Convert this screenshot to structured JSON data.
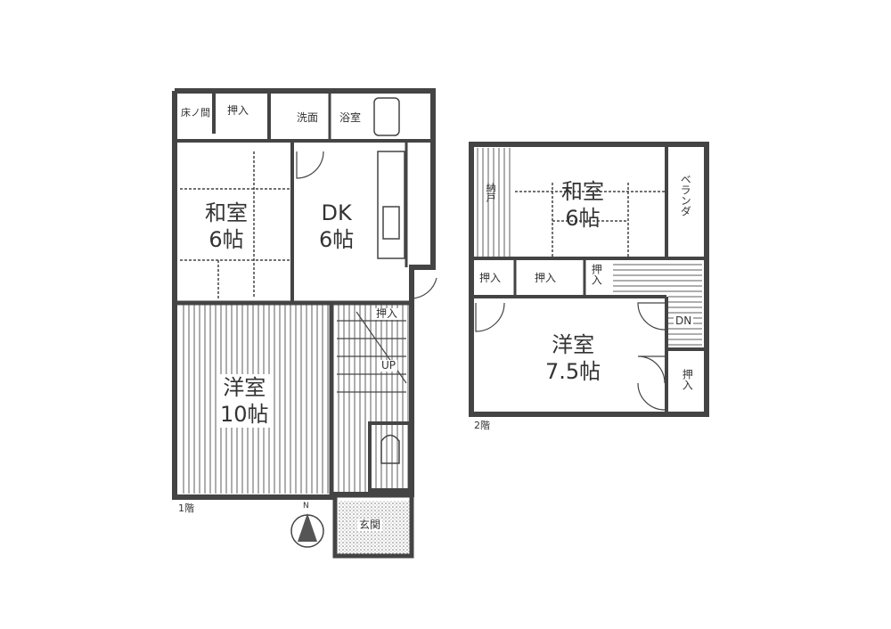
{
  "floor1": {
    "label": "1階",
    "rooms": {
      "tokonoma": "床ノ間",
      "oshiire_top": "押入",
      "senmen": "洗面",
      "yokushitsu": "浴室",
      "washitsu_name": "和室",
      "washitsu_size": "6帖",
      "dk_name": "DK",
      "dk_size": "6帖",
      "yoshitsu_name": "洋室",
      "yoshitsu_size": "10帖",
      "oshiire_stair": "押入",
      "stairs": "UP",
      "genkan": "玄関"
    },
    "compass": "N"
  },
  "floor2": {
    "label": "2階",
    "rooms": {
      "storage_left": "納戸",
      "washitsu_name": "和室",
      "washitsu_size": "6帖",
      "balcony": "ベランダ",
      "oshiire_1": "押入",
      "oshiire_2": "押入",
      "oshiire_3": "押入",
      "stairs": "DN",
      "yoshitsu_name": "洋室",
      "yoshitsu_size": "7.5帖",
      "oshiire_4": "押入"
    }
  }
}
